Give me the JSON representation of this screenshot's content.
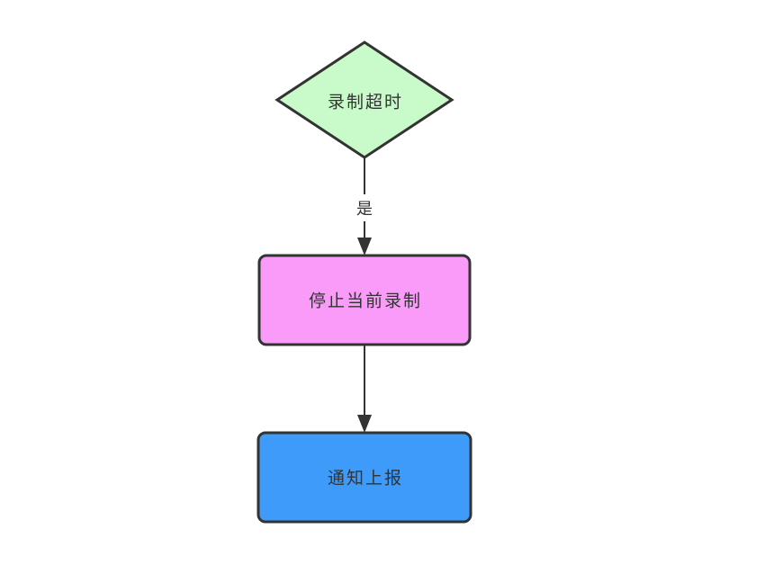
{
  "diagram": {
    "background_color": "#ffffff",
    "stroke_color": "#333333",
    "text_color": "#333333",
    "nodes": {
      "decision": {
        "type": "diamond",
        "label": "录制超时",
        "fill": "#c9fac9"
      },
      "process": {
        "type": "rectangle",
        "label": "停止当前录制",
        "fill": "#fa9bfa"
      },
      "report": {
        "type": "rectangle",
        "label": "通知上报",
        "fill": "#3e9bfa"
      }
    },
    "edges": {
      "decision_to_process": {
        "from": "decision",
        "to": "process",
        "label": "是"
      },
      "process_to_report": {
        "from": "process",
        "to": "report",
        "label": ""
      }
    }
  }
}
